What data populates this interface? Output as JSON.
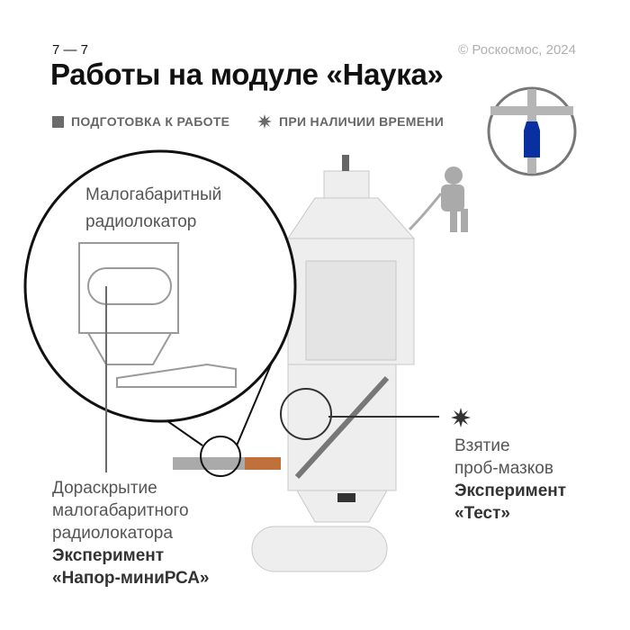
{
  "header": {
    "counter": "7 — 7",
    "copyright": "© Роскосмос, 2024",
    "title": "Работы на модуле «Наука»"
  },
  "legend": [
    {
      "icon": "square-icon",
      "label": "ПОДГОТОВКА К РАБОТЕ"
    },
    {
      "icon": "star-icon",
      "label": "ПРИ НАЛИЧИИ ВРЕМЕНИ"
    }
  ],
  "callout": {
    "line1": "Малогабаритный",
    "line2": "радиолокатор"
  },
  "left_label": {
    "line1": "Дораскрытие",
    "line2": "малогабаритного",
    "line3": "радиолокатора",
    "exp1": "Эксперимент",
    "exp2": "«Напор-миниРСА»"
  },
  "right_label": {
    "line1": "Взятие",
    "line2": "проб-мазков",
    "exp1": "Эксперимент",
    "exp2": "«Тест»"
  },
  "colors": {
    "highlight": "#0a2fa0",
    "gray": "#6b6b6b"
  }
}
